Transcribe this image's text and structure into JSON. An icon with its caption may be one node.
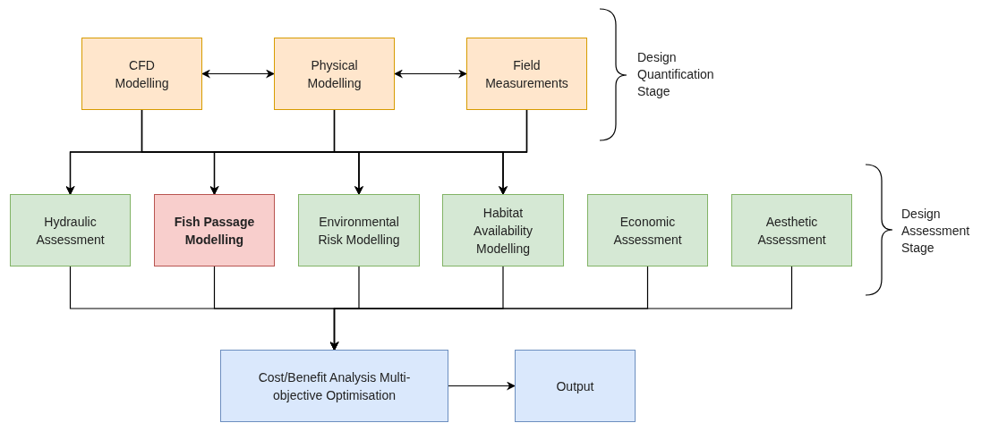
{
  "diagram": {
    "nodes": [
      {
        "text": [
          "CFD Modelling"
        ]
      },
      {
        "text": [
          "Physical Modelling"
        ]
      },
      {
        "text": [
          "Field Measurements"
        ]
      },
      {
        "text": [
          "Hydraulic Assessment"
        ]
      },
      {
        "text": [
          "Fish Passage Modelling"
        ]
      },
      {
        "text": [
          "Environmental Risk Modelling"
        ]
      },
      {
        "text": [
          "Habitat Availability Modelling"
        ]
      },
      {
        "text": [
          "Economic Assessment"
        ]
      },
      {
        "text": [
          "Aesthetic Assessment"
        ]
      },
      {
        "text": [
          "Cost/Benefit Analysis Multi-objective Optimisation"
        ]
      },
      {
        "text": [
          "Output"
        ]
      }
    ],
    "edges": [
      {
        "from": 0,
        "to": 1,
        "arrow": "both"
      },
      {
        "from": 1,
        "to": 2,
        "arrow": "both"
      },
      {
        "from": 0,
        "to": 3,
        "arrow": "to"
      },
      {
        "from": 0,
        "to": 4,
        "arrow": "to"
      },
      {
        "from": 0,
        "to": 5,
        "arrow": "to"
      },
      {
        "from": 0,
        "to": 6,
        "arrow": "to"
      },
      {
        "from": 1,
        "to": 3,
        "arrow": "to"
      },
      {
        "from": 1,
        "to": 4,
        "arrow": "to"
      },
      {
        "from": 1,
        "to": 5,
        "arrow": "to"
      },
      {
        "from": 1,
        "to": 6,
        "arrow": "to"
      },
      {
        "from": 2,
        "to": 3,
        "arrow": "to"
      },
      {
        "from": 2,
        "to": 4,
        "arrow": "to"
      },
      {
        "from": 2,
        "to": 5,
        "arrow": "to"
      },
      {
        "from": 2,
        "to": 6,
        "arrow": "to"
      },
      {
        "from": 3,
        "to": 9,
        "arrow": "to"
      },
      {
        "from": 4,
        "to": 9,
        "arrow": "to"
      },
      {
        "from": 5,
        "to": 9,
        "arrow": "to"
      },
      {
        "from": 6,
        "to": 9,
        "arrow": "to"
      },
      {
        "from": 7,
        "to": 9,
        "arrow": "to"
      },
      {
        "from": 8,
        "to": 9,
        "arrow": "to"
      },
      {
        "from": 9,
        "to": 10,
        "arrow": "to"
      }
    ],
    "labels": [
      "Design Quantification Stage",
      "Design Assessment Stage"
    ]
  }
}
